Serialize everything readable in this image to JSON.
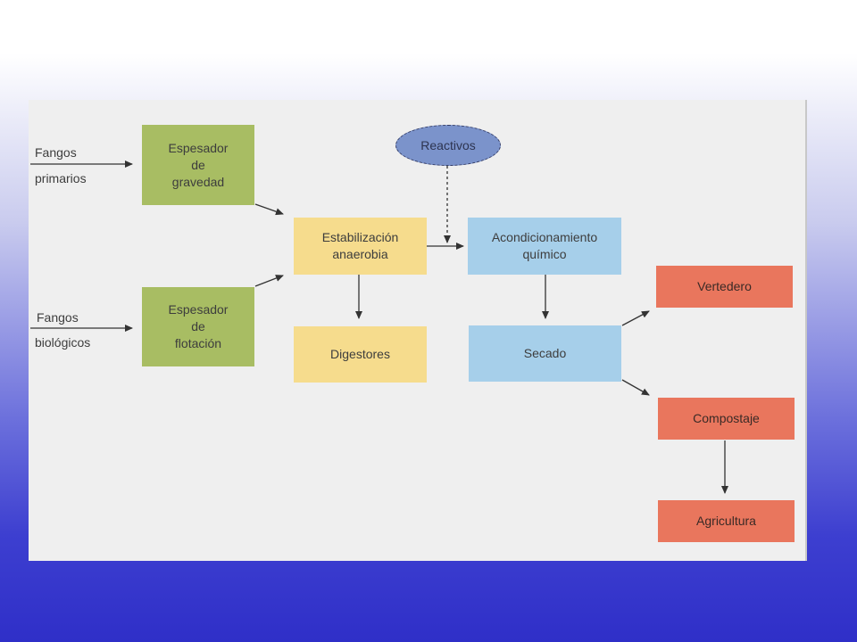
{
  "inputs": {
    "primarios": {
      "line1": "Fangos",
      "line2": "primarios"
    },
    "biologicos": {
      "line1": "Fangos",
      "line2": "biológicos"
    }
  },
  "nodes": {
    "espesador_gravedad": "Espesador\nde\ngravedad",
    "espesador_flotacion": "Espesador\nde\nflotación",
    "estabilizacion": "Estabilización\nanaerobia",
    "digestores": "Digestores",
    "reactivos": "Reactivos",
    "acondicionamiento": "Acondicionamiento\nquímico",
    "secado": "Secado",
    "vertedero": "Vertedero",
    "compostaje": "Compostaje",
    "agricultura": "Agricultura"
  },
  "colors": {
    "espesadores": "#a8bd63",
    "estabilizacion": "#f6dc8d",
    "acondicionamiento": "#a6cfea",
    "destinos": "#e9765d",
    "reactivos": "#7b93cb",
    "edges": "#333333"
  }
}
